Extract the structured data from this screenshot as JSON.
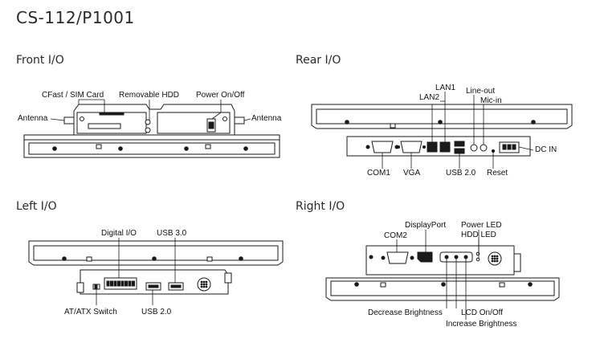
{
  "page": {
    "title": "CS-112/P1001"
  },
  "sections": {
    "front": {
      "heading": "Front I/O",
      "labels": {
        "antenna_left": "Antenna",
        "cfast": "CFast / SIM Card",
        "hdd": "Removable HDD",
        "power": "Power On/Off",
        "antenna_right": "Antenna"
      }
    },
    "rear": {
      "heading": "Rear I/O",
      "labels": {
        "lan1": "LAN1",
        "lan2": "LAN2",
        "lineout": "Line-out",
        "micin": "Mic-in",
        "dcin": "DC IN",
        "com1": "COM1",
        "vga": "VGA",
        "usb20": "USB 2.0",
        "reset": "Reset"
      }
    },
    "left": {
      "heading": "Left I/O",
      "labels": {
        "dio": "Digital I/O",
        "usb30": "USB 3.0",
        "atatx": "AT/ATX Switch",
        "usb20": "USB 2.0"
      }
    },
    "right": {
      "heading": "Right I/O",
      "labels": {
        "com2": "COM2",
        "displayport": "DisplayPort",
        "powerled": "Power LED",
        "hddled": "HDD LED",
        "decbright": "Decrease Brightness",
        "lcd": "LCD On/Off",
        "incbright": "Increase Brightness"
      }
    }
  }
}
